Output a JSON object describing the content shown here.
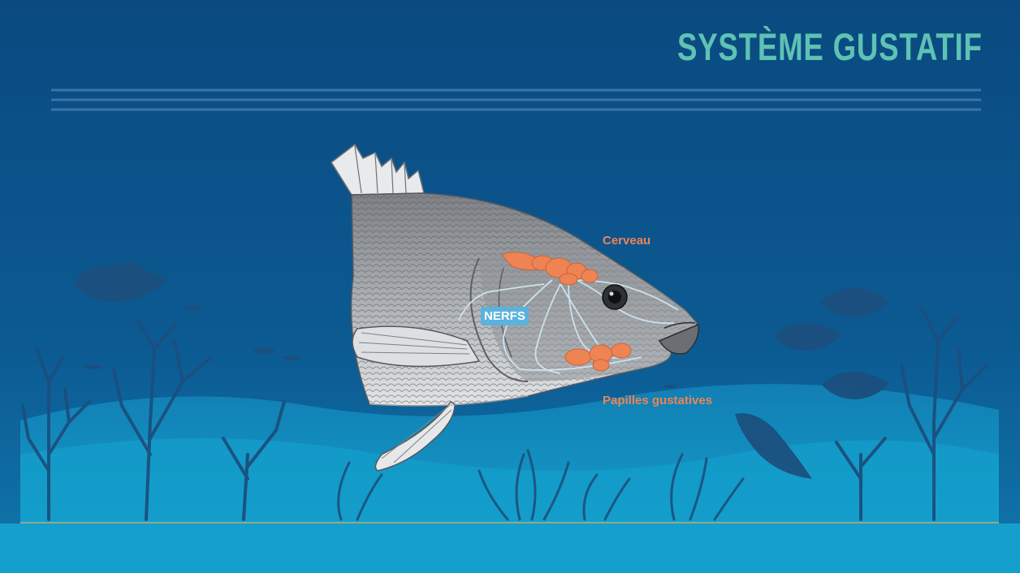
{
  "title": "SYSTÈME GUSTATIF",
  "labels": {
    "cerveau": "Cerveau",
    "nerfs": "NERFS",
    "papilles": "Papilles gustatives"
  },
  "colors": {
    "background_deep": "#0b4f84",
    "background_light": "#139cc9",
    "title": "#5ec2b4",
    "accent_orange": "#ee8454",
    "nerfs_badge": "#5ab2dd",
    "silhouettes": "#1b4f7e",
    "fish_body": "#a9acb0",
    "wave_lines": "#3c74aa"
  },
  "icons": [
    "fish-illustration",
    "brain-icon",
    "taste-buds-icon",
    "coral-silhouette",
    "fish-silhouette",
    "seaweed-silhouette"
  ]
}
